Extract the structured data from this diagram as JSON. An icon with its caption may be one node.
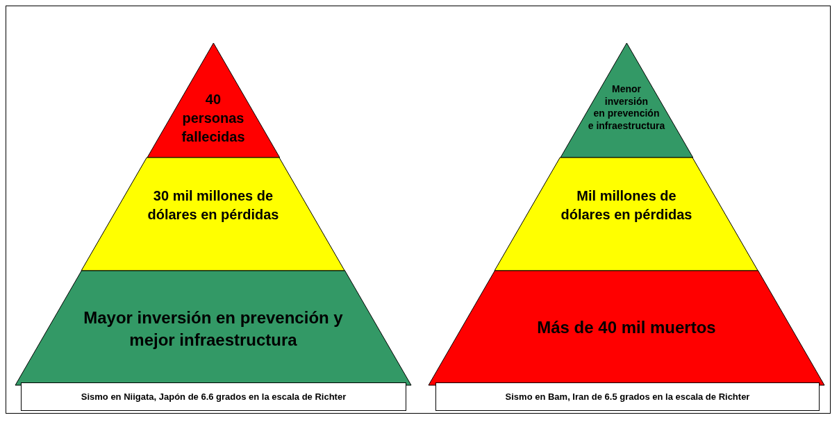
{
  "diagram": {
    "nodes": [
      {
        "text": [
          "40 personas fallecidas"
        ]
      },
      {
        "text": [
          "30 mil millones de dólares en pérdidas"
        ]
      },
      {
        "text": [
          "Mayor inversión en prevención y mejor infraestructura"
        ]
      },
      {
        "text": [
          "Sismo en Niigata, Japón de 6.6 grados en la escala de Richter"
        ]
      },
      {
        "text": [
          "Menor inversión en prevención e infraestructura"
        ]
      },
      {
        "text": [
          "Mil millones de dólares en pérdidas"
        ]
      },
      {
        "text": [
          "Más de 40 mil muertos"
        ]
      },
      {
        "text": [
          "Sismo en Bam, Iran de 6.5 grados en la escala de Richter"
        ]
      }
    ],
    "edges": []
  }
}
